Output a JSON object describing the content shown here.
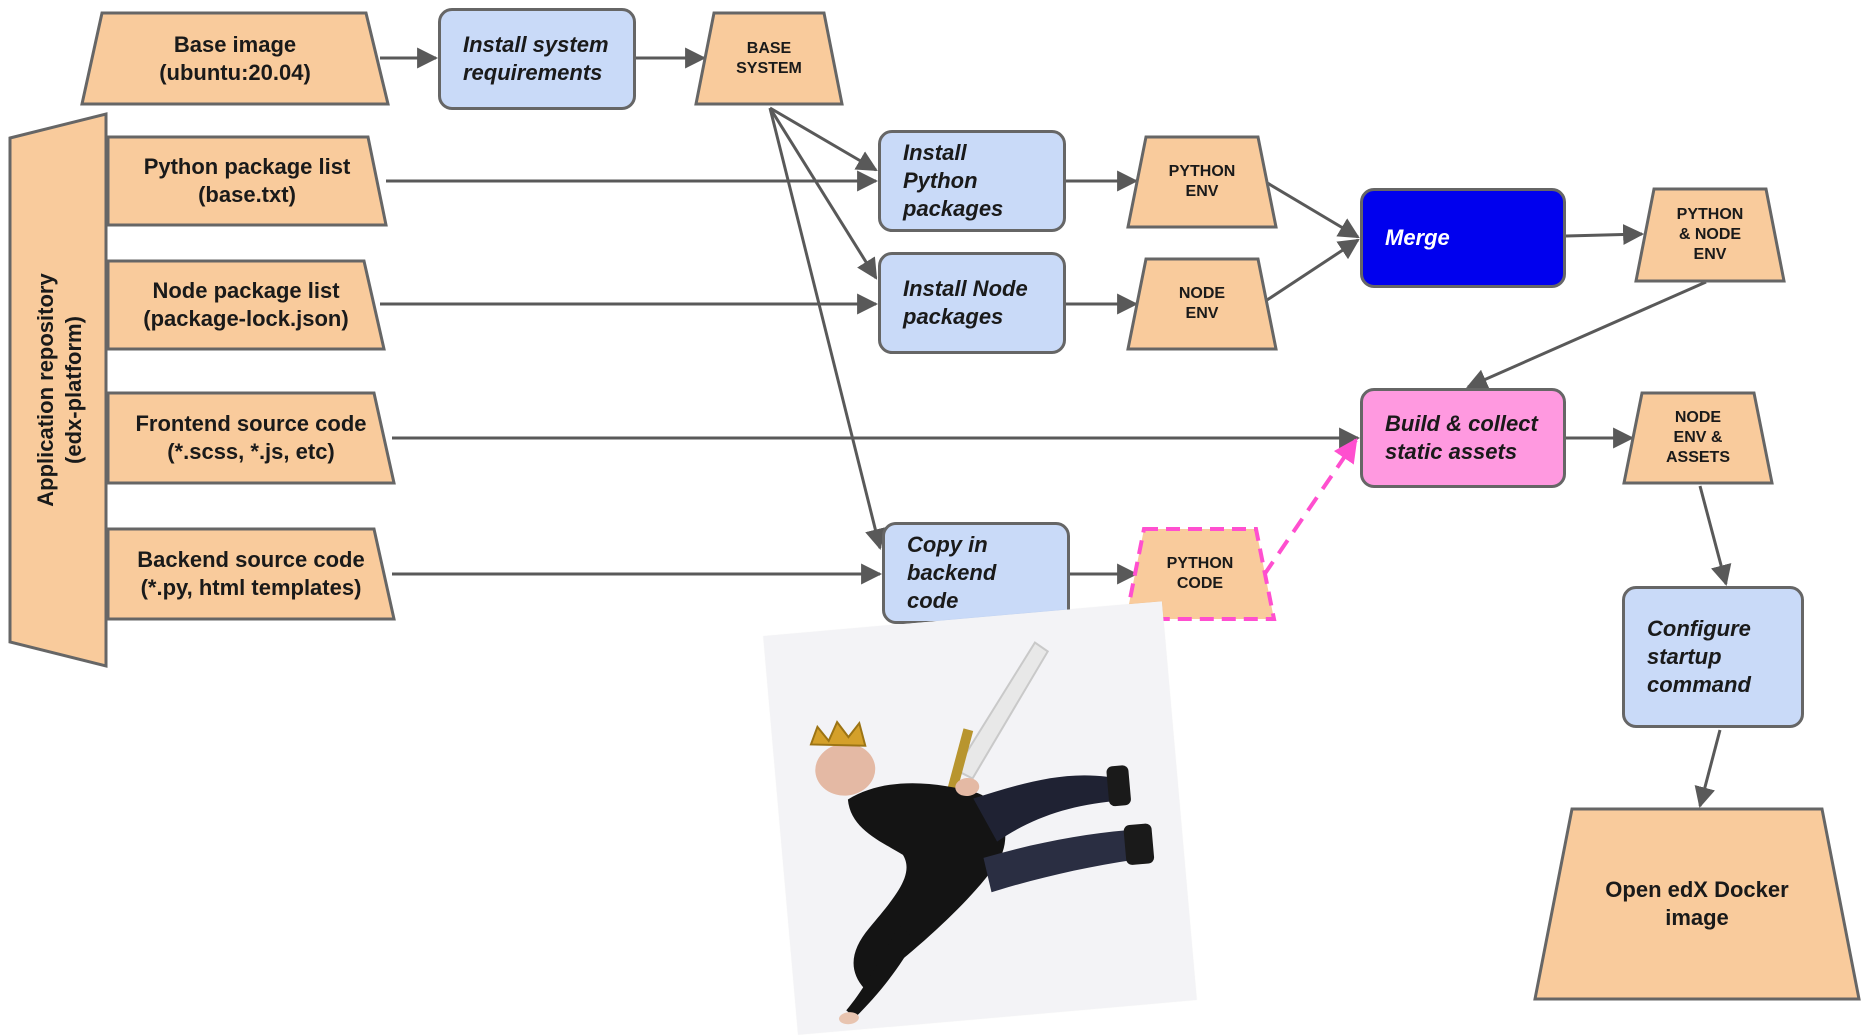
{
  "inputs": {
    "base_image": [
      "Base image",
      "(ubuntu:20.04)"
    ],
    "python_list": [
      "Python package list",
      "(base.txt)"
    ],
    "node_list": [
      "Node package list",
      "(package-lock.json)"
    ],
    "frontend": [
      "Frontend source code",
      "(*.scss, *.js, etc)"
    ],
    "backend": [
      "Backend source code",
      "(*.py, html templates)"
    ]
  },
  "repository": [
    "Application repository",
    "(edx-platform)"
  ],
  "steps": {
    "install_system": [
      "Install system",
      "requirements"
    ],
    "install_python": [
      "Install",
      "Python",
      "packages"
    ],
    "install_node": [
      "Install Node",
      "packages"
    ],
    "copy_backend": [
      "Copy in",
      "backend",
      "code"
    ],
    "merge": [
      "Merge"
    ],
    "build_assets": [
      "Build & collect",
      "static assets"
    ],
    "configure": [
      "Configure",
      "startup",
      "command"
    ]
  },
  "artifacts": {
    "base_system": [
      "BASE",
      "SYSTEM"
    ],
    "python_env": [
      "PYTHON",
      "ENV"
    ],
    "node_env": [
      "NODE",
      "ENV"
    ],
    "python_code": [
      "PYTHON",
      "CODE"
    ],
    "python_node_env": [
      "PYTHON",
      "& NODE",
      "ENV"
    ],
    "node_env_assets": [
      "NODE",
      "ENV &",
      "ASSETS"
    ],
    "final_image": [
      "Open edX Docker",
      "image"
    ]
  },
  "colors": {
    "artifact_fill": "#f9cb9c",
    "process_fill": "#c9daf8",
    "merge_fill": "#0000ee",
    "build_fill": "#ff99e0",
    "outline": "#666666",
    "dashed_highlight": "#ff4fcf",
    "arrow": "#595959"
  },
  "photo": {
    "subject": "person-in-crown-lying-with-sword-photo"
  }
}
